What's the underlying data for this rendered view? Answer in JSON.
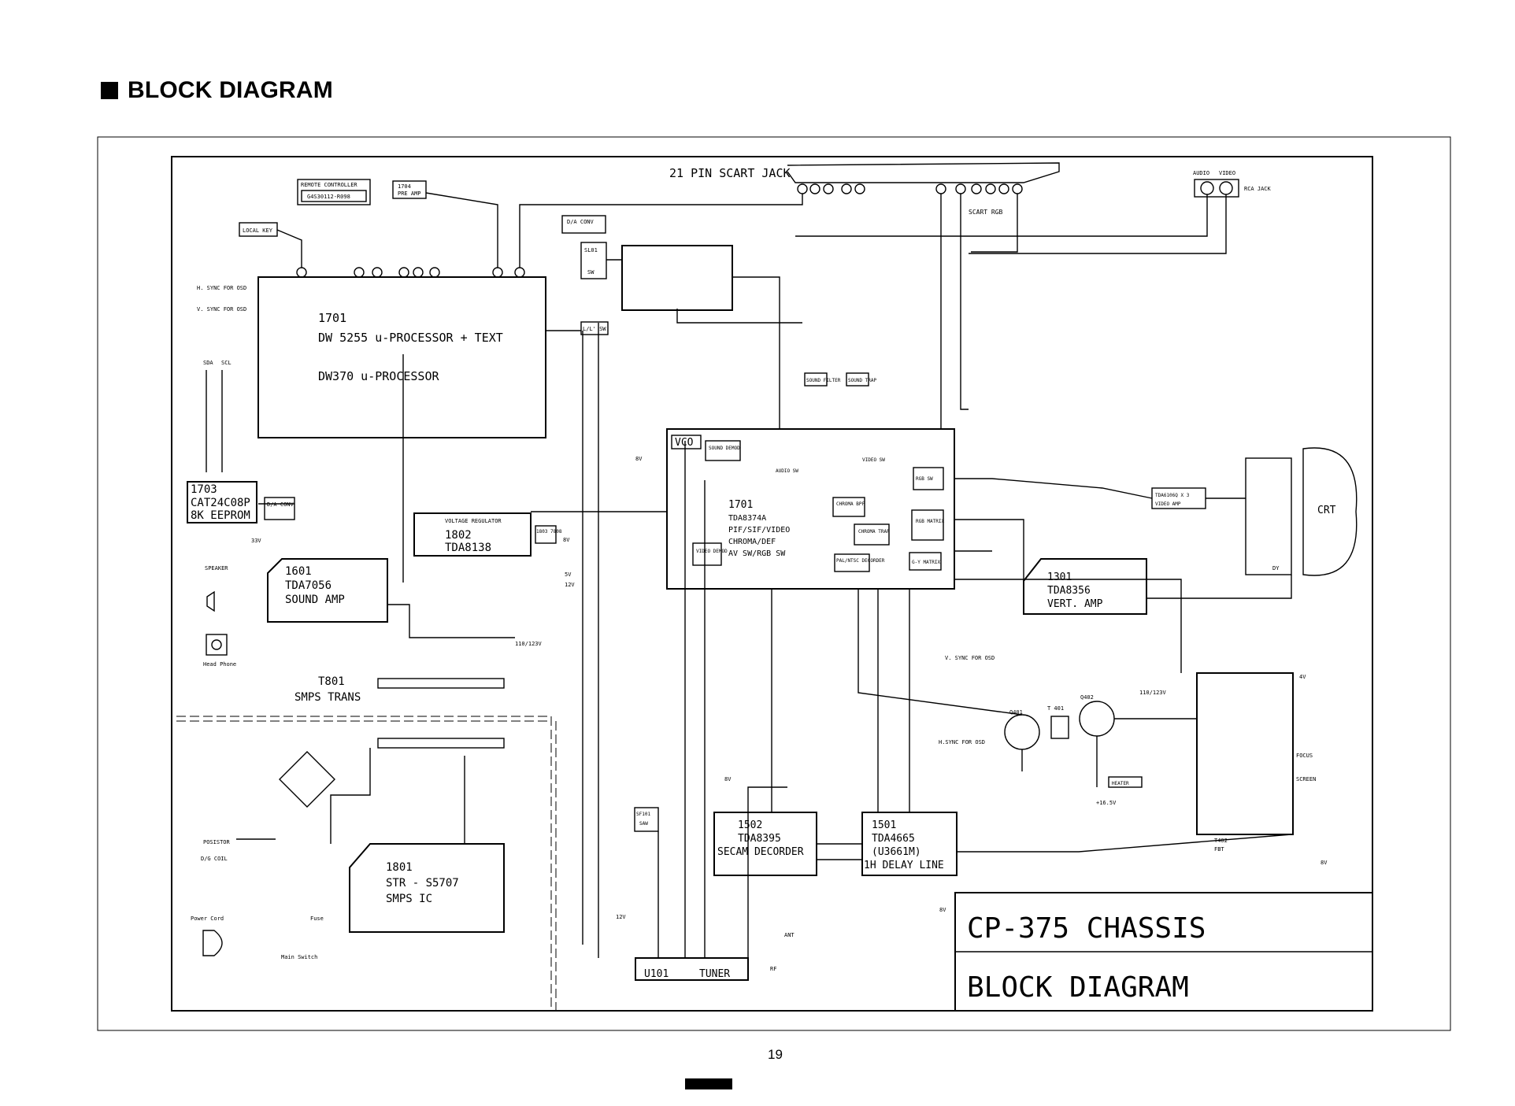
{
  "page": {
    "heading": "BLOCK DIAGRAM",
    "page_number": "19"
  },
  "title_block": {
    "line1": "CP-375 CHASSIS",
    "line2": "BLOCK DIAGRAM"
  },
  "labels": {
    "scart": "21 PIN SCART JACK",
    "remote": "REMOTE CONTROLLER",
    "remote_pn": "G4S30112-R098",
    "preamp_ref": "1704",
    "preamp": "PRE AMP",
    "local_key": "LOCAL KEY",
    "hsync_osd": "H. SYNC FOR OSD",
    "vsync_osd": "V. SYNC FOR OSD",
    "sda": "SDA",
    "scl": "SCL",
    "upro_ref": "1701",
    "upro_a": "DW 5255  u-PROCESSOR  + TEXT",
    "upro_b": "DW370    u-PROCESSOR",
    "eeprom_ref": "1703",
    "eeprom_pn": "CAT24C08P",
    "eeprom_cap": "8K EEPROM",
    "da_conv": "D/A CONV",
    "vreg_title": "VOLTAGE REGULATOR",
    "vreg_ref": "1802",
    "vreg_pn": "TDA8138",
    "ic1803": "1803 7808",
    "speaker": "SPEAKER",
    "headphone": "Head Phone",
    "amp_ref": "1601",
    "amp_pn": "TDA7056",
    "amp_name": "SOUND AMP",
    "t801": "T801",
    "smps_trans": "SMPS TRANS",
    "posistor": "POSISTOR",
    "dg_coil": "D/G COIL",
    "power_cord": "Power Cord",
    "fuse": "Fuse",
    "main_switch": "Main Switch",
    "smps_ref": "1801",
    "smps_pn": "STR - S5707",
    "smps_name": "SMPS IC",
    "slot": "SL01",
    "sw": "SW",
    "ls_sw": "L/L' SW",
    "vco": "VCO",
    "pif_ref": "1701",
    "pif_pn": "TDA8374A",
    "pif_l1": "PIF/SIF/VIDEO",
    "pif_l2": "CHROMA/DEF",
    "pif_l3": "AV SW/RGB SW",
    "sound_filter": "SOUND FILTER",
    "sound_trap": "SOUND TRAP",
    "sound_demod": "SOUND DEMOD",
    "video_demod": "VIDEO DEMOD",
    "audio_sw": "AUDIO SW",
    "video_sw": "VIDEO SW",
    "rgb_sw": "RGB SW",
    "rgb_matrix": "RGB MATRIX",
    "gy_matrix": "G-Y MATRIX",
    "chroma_bpf": "CHROMA BPF",
    "chroma_trap": "CHROMA TRAP",
    "pal_ntsc": "PAL/NTSC DECORDER",
    "vid_amp_ref": "TDA6106Q X 3",
    "vid_amp_name": "VIDEO AMP",
    "crt": "CRT",
    "dy": "DY",
    "vert_ref": "1301",
    "vert_pn": "TDA8356",
    "vert_name": "VERT. AMP",
    "q401": "Q401",
    "q402": "Q402",
    "t401": "T 401",
    "heater": "HEATER",
    "focus": "FOCUS",
    "screen": "SCREEN",
    "t402": "T402",
    "fbt": "FBT",
    "secam_ref": "1502",
    "secam_pn": "TDA8395",
    "secam_name": "SECAM DECORDER",
    "delay_ref": "1501",
    "delay_pn": "TDA4665",
    "delay_alt": "(U3661M)",
    "delay_name": "1H DELAY LINE",
    "tuner_ref": "U101",
    "tuner": "TUNER",
    "ant": "ANT",
    "rf": "RF",
    "saw_ref": "SF101",
    "saw": "SAW",
    "rca": "RCA JACK",
    "audio": "AUDIO",
    "video": "VIDEO",
    "v8": "8V",
    "v12": "12V",
    "v5": "5V",
    "v33": "33V",
    "v110": "110/123V",
    "v165": "+16.5V",
    "v4": "4V",
    "vsync": "V. SYNC FOR OSD",
    "hsync": "H.SYNC FOR OSD",
    "scart_rgb": "SCART RGB"
  }
}
